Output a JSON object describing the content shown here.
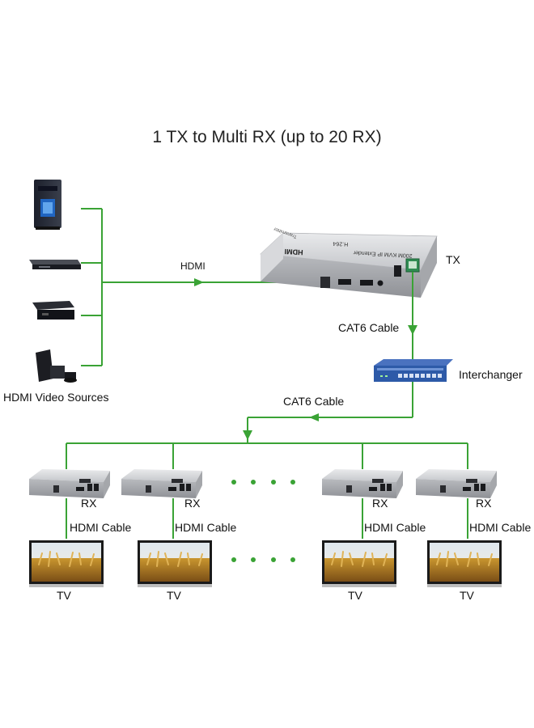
{
  "diagram": {
    "title": "1 TX to Multi RX (up to 20 RX)",
    "sources_label": "HDMI Video Sources",
    "hdmi_label": "HDMI",
    "tx_label": "TX",
    "cat6_label_1": "CAT6 Cable",
    "switch_label": "Interchanger",
    "cat6_label_2": "CAT6 Cable",
    "tx_device": {
      "brand": "HDMI",
      "model": "H.264",
      "name": "200M KVM IP Extender",
      "side": "Transmitter"
    },
    "receivers": [
      {
        "rx_label": "RX",
        "cable_label": "HDMI Cable",
        "tv_label": "TV"
      },
      {
        "rx_label": "RX",
        "cable_label": "HDMI Cable",
        "tv_label": "TV"
      },
      {
        "rx_label": "RX",
        "cable_label": "HDMI Cable",
        "tv_label": "TV"
      },
      {
        "rx_label": "RX",
        "cable_label": "HDMI Cable",
        "tv_label": "TV"
      }
    ],
    "colors": {
      "line": "#3aa335",
      "device": "#c9cbcf",
      "switch": "#2d5aa8"
    }
  }
}
